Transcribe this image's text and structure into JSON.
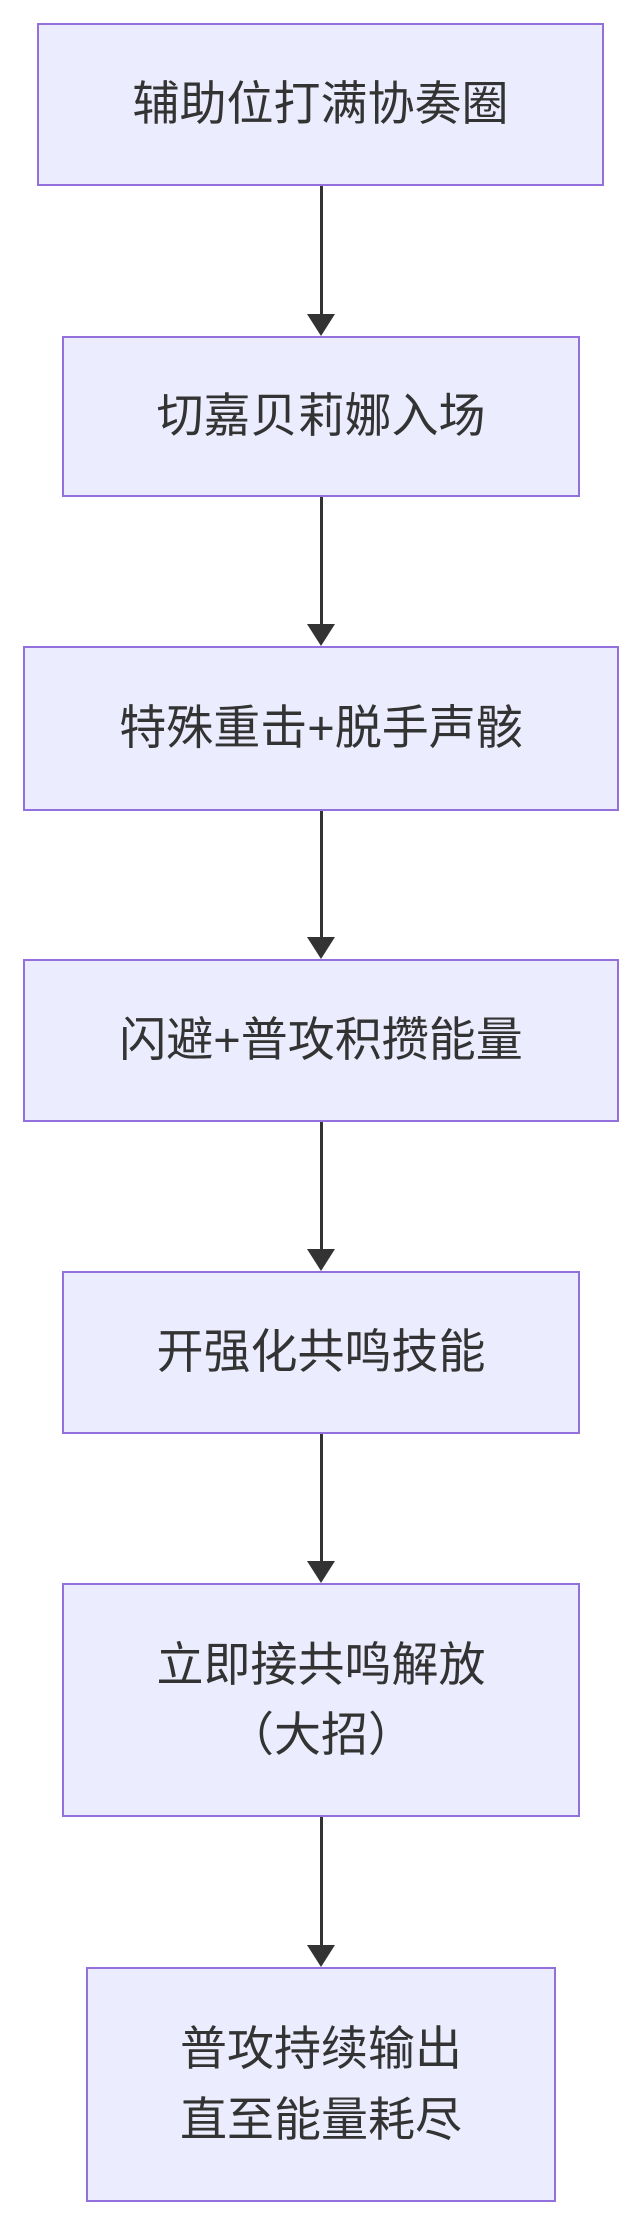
{
  "diagram": {
    "type": "flowchart",
    "direction": "top-down",
    "background": "#ffffff",
    "node_style": {
      "fill": "#ECECFF",
      "border": "#9370DB",
      "text_color": "#333333"
    },
    "arrow_color": "#333333",
    "steps": [
      {
        "id": "1",
        "label": "辅助位打满协奏圈"
      },
      {
        "id": "2",
        "label": "切嘉贝莉娜入场"
      },
      {
        "id": "3",
        "label": "特殊重击+脱手声骸"
      },
      {
        "id": "4",
        "label": "闪避+普攻积攒能量"
      },
      {
        "id": "5",
        "label": "开强化共鸣技能"
      },
      {
        "id": "6",
        "label": "立即接共鸣解放\n（大招）"
      },
      {
        "id": "7",
        "label": "普攻持续输出\n直至能量耗尽"
      }
    ],
    "edges": [
      {
        "from": "1",
        "to": "2"
      },
      {
        "from": "2",
        "to": "3"
      },
      {
        "from": "3",
        "to": "4"
      },
      {
        "from": "4",
        "to": "5"
      },
      {
        "from": "5",
        "to": "6"
      },
      {
        "from": "6",
        "to": "7"
      }
    ]
  }
}
